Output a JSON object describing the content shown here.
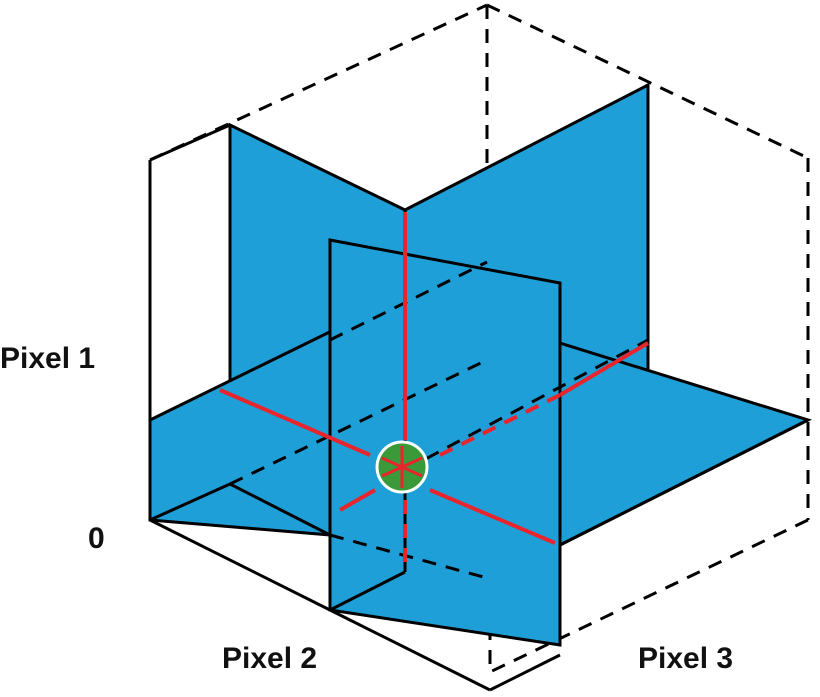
{
  "diagram": {
    "labels": {
      "pixel1": "Pixel 1",
      "zero": "0",
      "pixel2": "Pixel 2",
      "pixel3": "Pixel 3"
    },
    "colors": {
      "plane_fill": "#1f9fd8",
      "edge": "#000000",
      "intersection": "#e8242d",
      "point": "#3a9a3a",
      "point_ring": "#ffffff"
    }
  }
}
